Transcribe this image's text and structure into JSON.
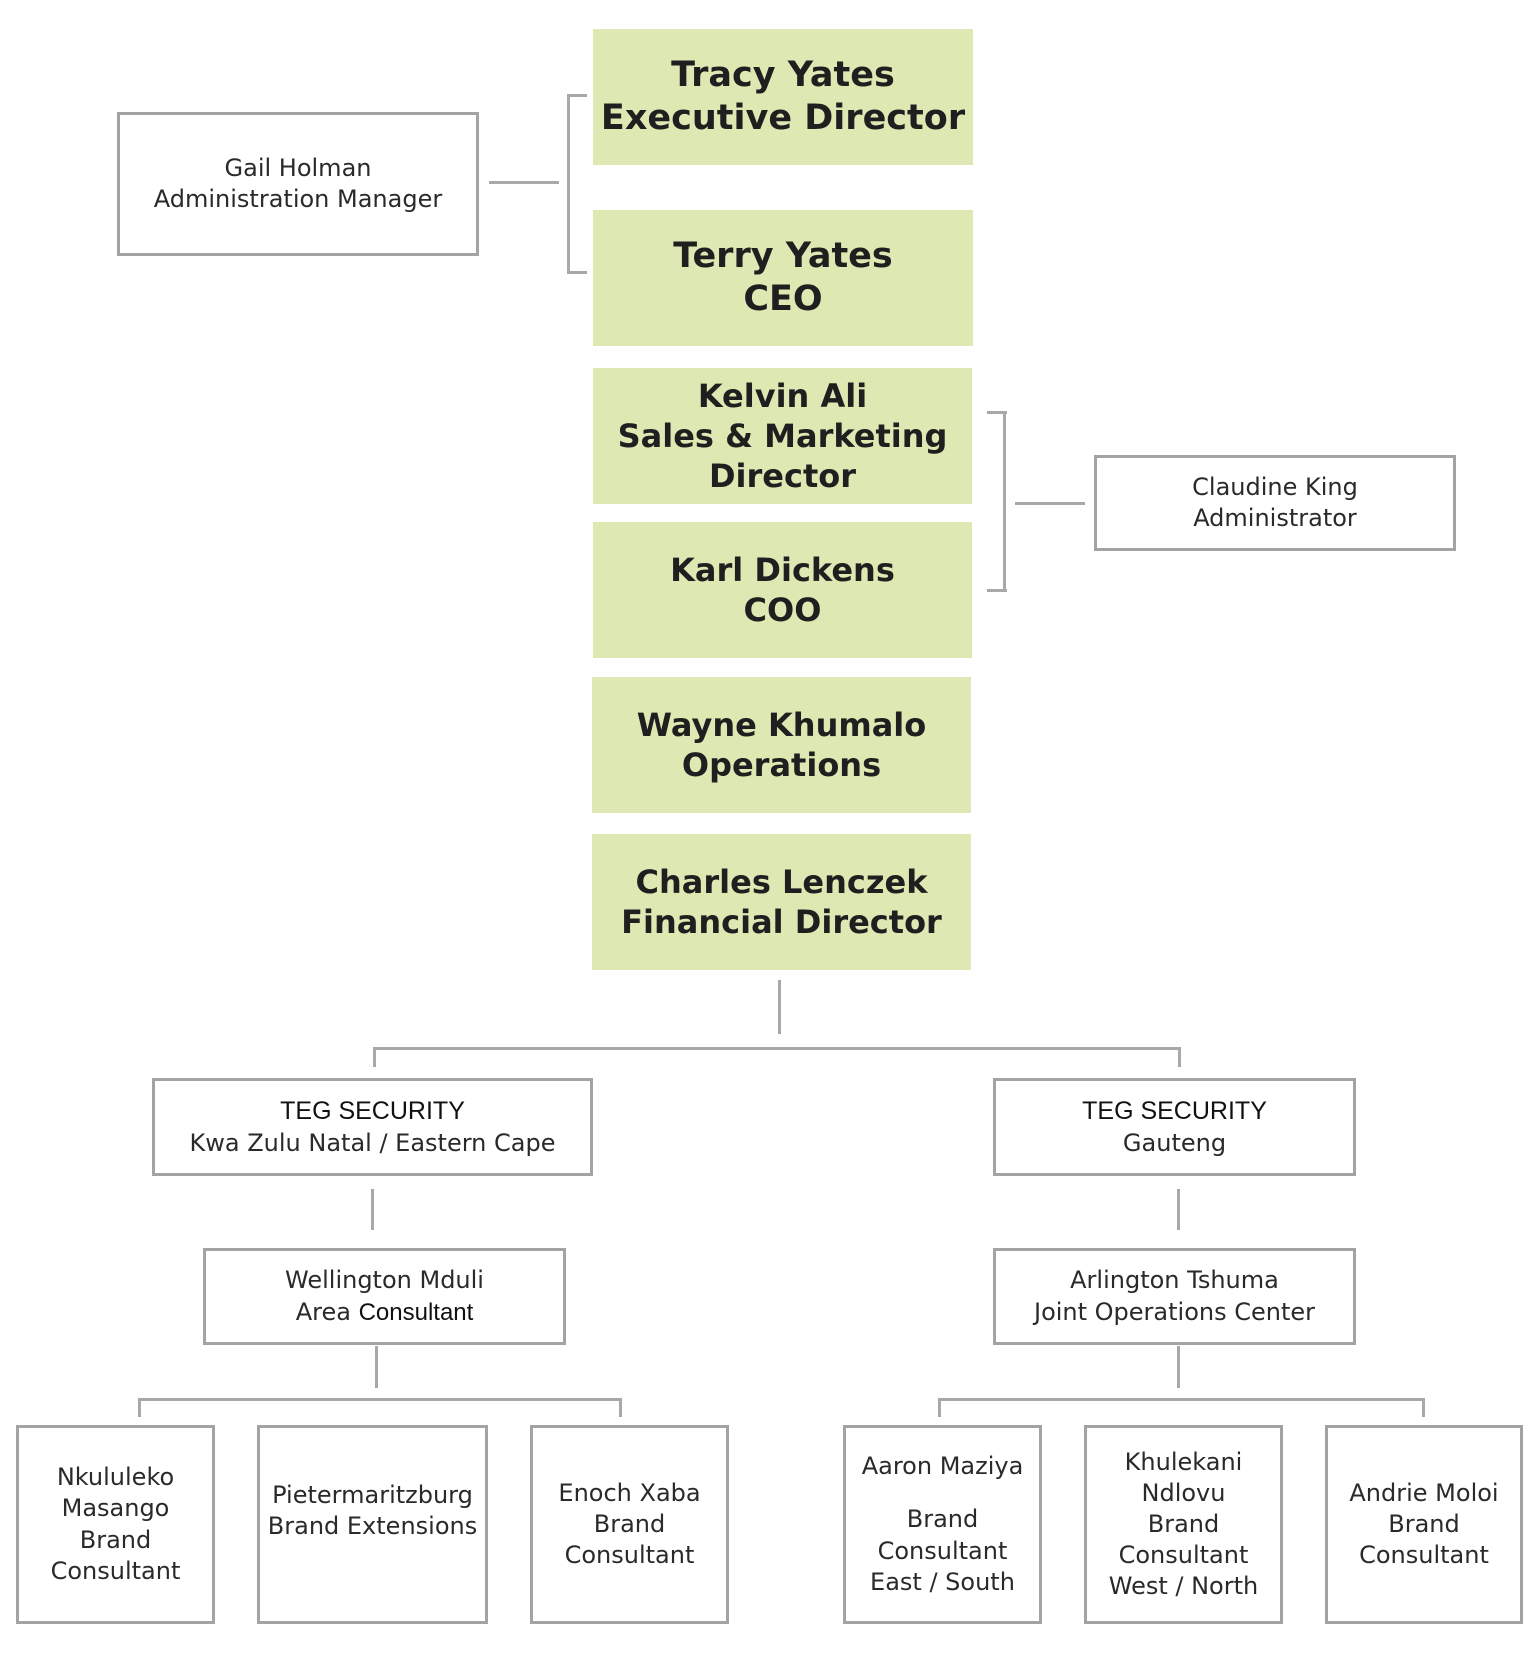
{
  "executives": [
    {
      "name": "Tracy Yates",
      "title": "Executive Director"
    },
    {
      "name": "Terry Yates",
      "title": "CEO"
    },
    {
      "name": "Kelvin Ali",
      "title_line1": "Sales & Marketing",
      "title_line2": "Director"
    },
    {
      "name": "Karl Dickens",
      "title": "COO"
    },
    {
      "name": "Wayne Khumalo",
      "title": "Operations"
    },
    {
      "name": "Charles Lenczek",
      "title": "Financial Director"
    }
  ],
  "support": {
    "gail": {
      "name": "Gail Holman",
      "title": "Administration Manager"
    },
    "claudine": {
      "name": "Claudine King",
      "title": "Administrator"
    }
  },
  "regions": [
    {
      "line1": "TEG SECURITY",
      "line2": "Kwa Zulu Natal / Eastern Cape"
    },
    {
      "line1": "TEG SECURITY",
      "line2": "Gauteng"
    }
  ],
  "managers": [
    {
      "name": "Wellington Mduli",
      "title_part1": "Area",
      "title_part2": "Consultant"
    },
    {
      "name": "Arlington Tshuma",
      "title": "Joint Operations Center"
    }
  ],
  "consultants": [
    {
      "lines": [
        "Nkululeko",
        "Masango",
        "Brand",
        "Consultant"
      ]
    },
    {
      "lines": [
        "Pietermaritzburg",
        "Brand Extensions"
      ]
    },
    {
      "lines": [
        "Enoch Xaba",
        "Brand",
        "Consultant"
      ]
    },
    {
      "name": "Aaron Maziya",
      "lines": [
        "Brand",
        "Consultant",
        "East / South"
      ]
    },
    {
      "lines": [
        "Khulekani",
        "Ndlovu",
        "Brand",
        "Consultant",
        "West / North"
      ]
    },
    {
      "lines": [
        "Andrie Moloi",
        "Brand",
        "Consultant"
      ]
    }
  ]
}
